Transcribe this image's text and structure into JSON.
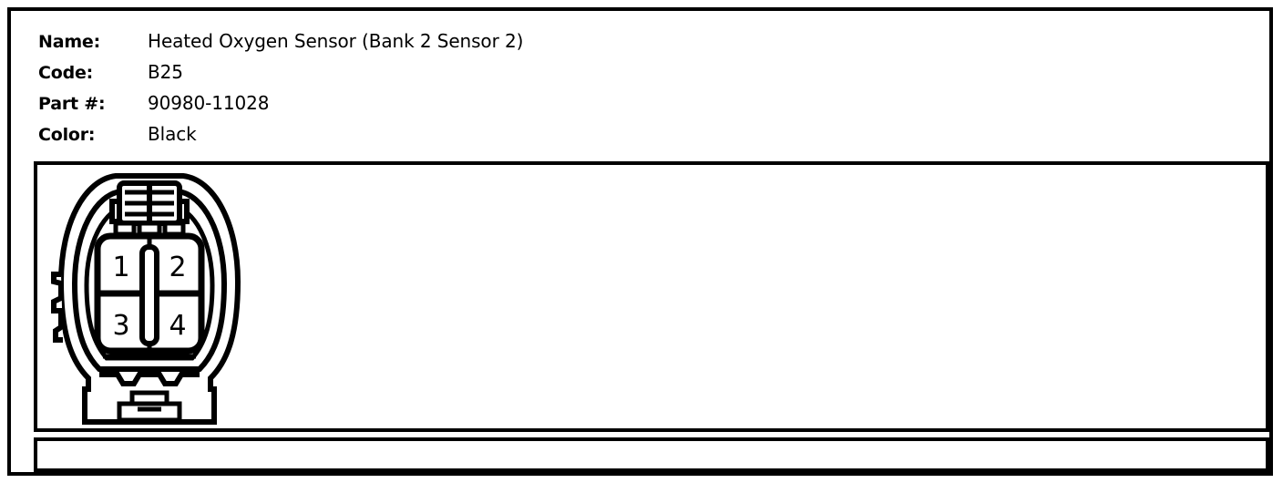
{
  "part_info": {
    "rows": [
      {
        "label": "Name:",
        "value": "Heated Oxygen Sensor (Bank 2 Sensor 2)"
      },
      {
        "label": "Code:",
        "value": "B25"
      },
      {
        "label": "Part #:",
        "value": "90980-11028"
      },
      {
        "label": "Color:",
        "value": "Black"
      }
    ]
  },
  "connector_diagram": {
    "type": "automotive-connector-pinout",
    "view": "front",
    "cavity_count": 4,
    "pins": [
      {
        "number": "1",
        "row": 0,
        "col": 0
      },
      {
        "number": "2",
        "row": 0,
        "col": 1
      },
      {
        "number": "3",
        "row": 1,
        "col": 0
      },
      {
        "number": "4",
        "row": 1,
        "col": 1
      }
    ],
    "line_color": "#000000",
    "fill_color": "#ffffff"
  }
}
